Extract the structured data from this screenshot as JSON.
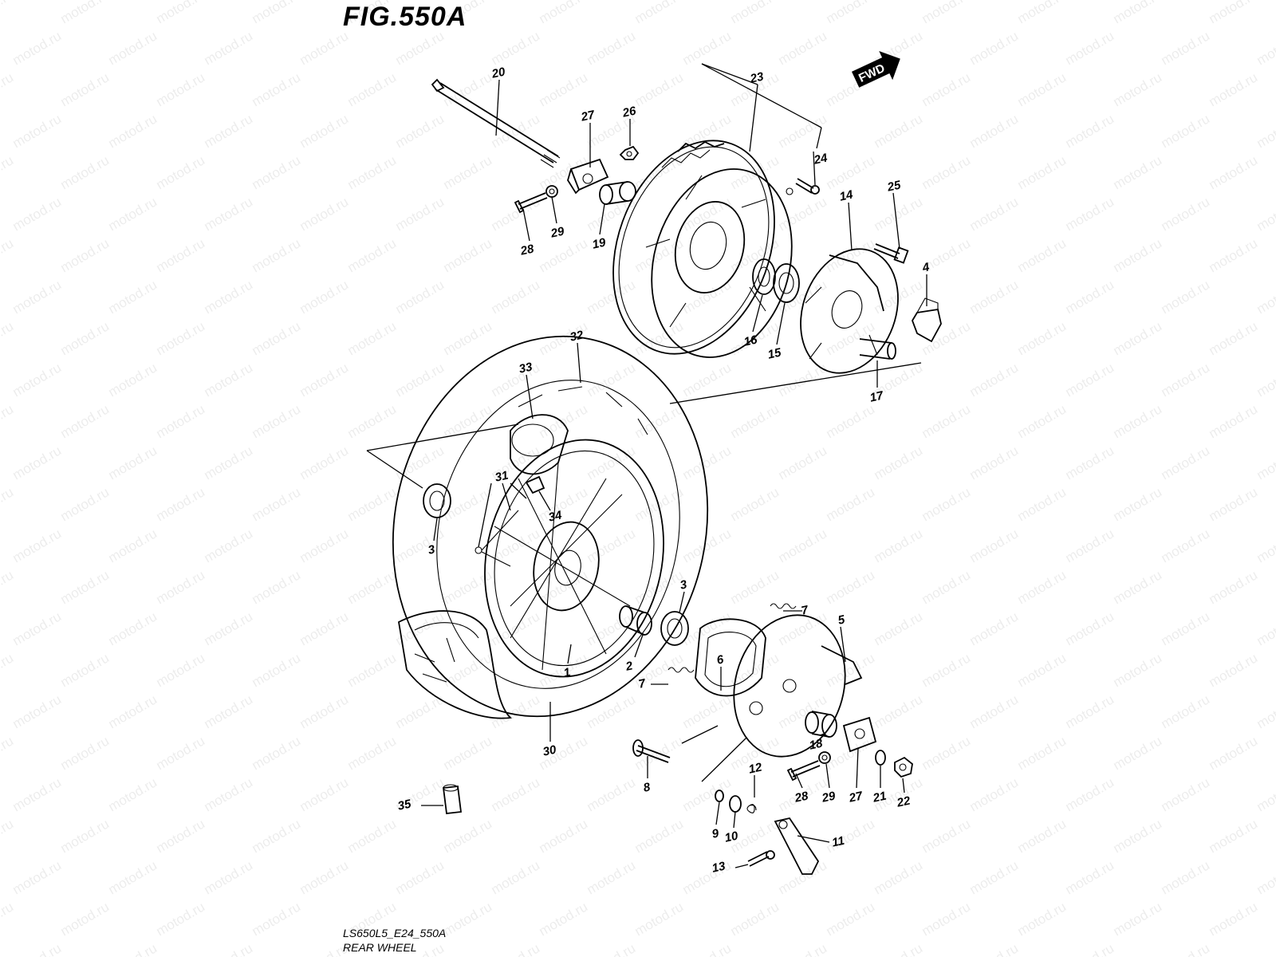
{
  "figure": {
    "title": "FIG.550A",
    "code": "LS650L5_E24_550A",
    "name": "REAR WHEEL"
  },
  "watermark": "motod.ru",
  "direction_badge": "FWD",
  "callouts": [
    {
      "id": "c20",
      "label": "20"
    },
    {
      "id": "c27a",
      "label": "27"
    },
    {
      "id": "c26",
      "label": "26"
    },
    {
      "id": "c23",
      "label": "23"
    },
    {
      "id": "c24",
      "label": "24"
    },
    {
      "id": "c28a",
      "label": "28"
    },
    {
      "id": "c29a",
      "label": "29"
    },
    {
      "id": "c19",
      "label": "19"
    },
    {
      "id": "c14",
      "label": "14"
    },
    {
      "id": "c25",
      "label": "25"
    },
    {
      "id": "c4",
      "label": "4"
    },
    {
      "id": "c16",
      "label": "16"
    },
    {
      "id": "c15",
      "label": "15"
    },
    {
      "id": "c17",
      "label": "17"
    },
    {
      "id": "c32",
      "label": "32"
    },
    {
      "id": "c33",
      "label": "33"
    },
    {
      "id": "c31",
      "label": "31"
    },
    {
      "id": "c34",
      "label": "34"
    },
    {
      "id": "c3a",
      "label": "3"
    },
    {
      "id": "c3b",
      "label": "3"
    },
    {
      "id": "c7a",
      "label": "7"
    },
    {
      "id": "c5",
      "label": "5"
    },
    {
      "id": "c6",
      "label": "6"
    },
    {
      "id": "c7b",
      "label": "7"
    },
    {
      "id": "c2",
      "label": "2"
    },
    {
      "id": "c1",
      "label": "1"
    },
    {
      "id": "c30",
      "label": "30"
    },
    {
      "id": "c18",
      "label": "18"
    },
    {
      "id": "c8",
      "label": "8"
    },
    {
      "id": "c12",
      "label": "12"
    },
    {
      "id": "c28b",
      "label": "28"
    },
    {
      "id": "c29b",
      "label": "29"
    },
    {
      "id": "c27b",
      "label": "27"
    },
    {
      "id": "c21",
      "label": "21"
    },
    {
      "id": "c22",
      "label": "22"
    },
    {
      "id": "c35",
      "label": "35"
    },
    {
      "id": "c9",
      "label": "9"
    },
    {
      "id": "c10",
      "label": "10"
    },
    {
      "id": "c11",
      "label": "11"
    },
    {
      "id": "c13",
      "label": "13"
    }
  ]
}
